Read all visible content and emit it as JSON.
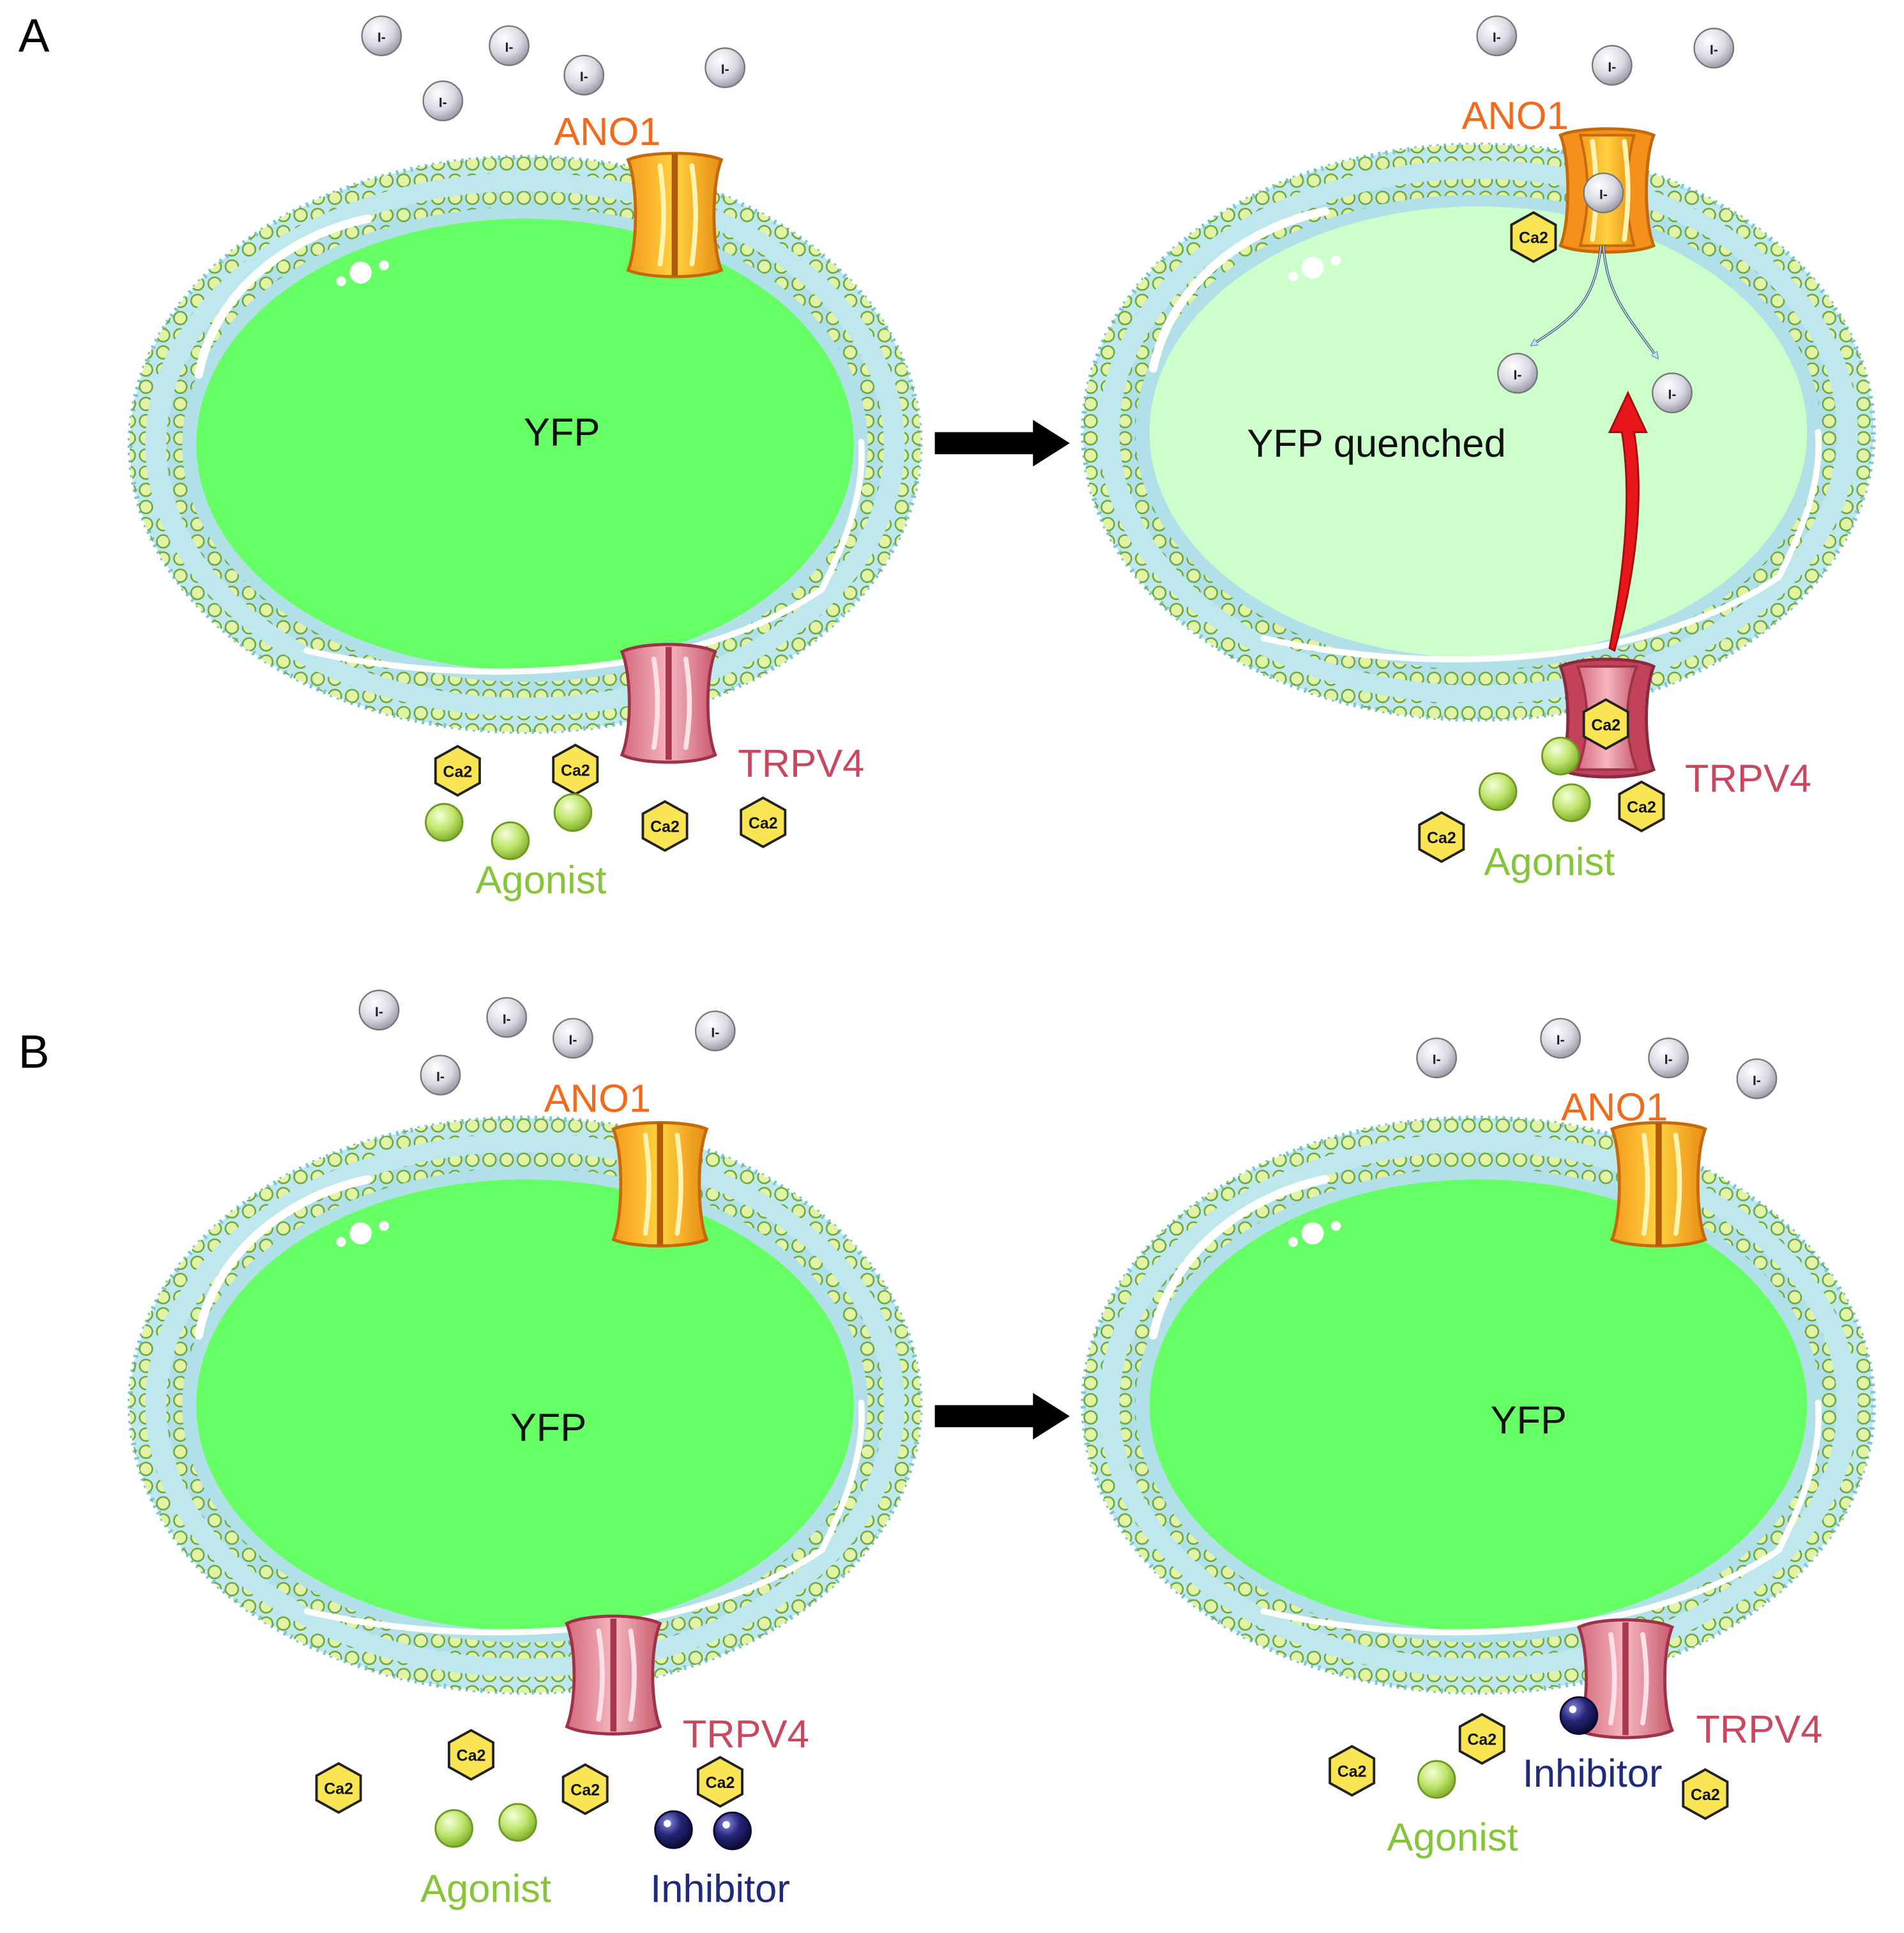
{
  "panel_labels": {
    "a": "A",
    "b": "B"
  },
  "labels": {
    "yfp": "YFP",
    "yfp_quenched": "YFP quenched",
    "ano1": "ANO1",
    "trpv4": "TRPV4",
    "agonist": "Agonist",
    "inhibitor": "Inhibitor",
    "iodide_ion": "I-",
    "calcium_ion": "Ca2"
  },
  "colors": {
    "cytoplasm_bright": "#66ff66",
    "cytoplasm_quenched": "#ccffcc",
    "membrane_teal": "#9fd8e0",
    "membrane_head": "#d8ef9c",
    "ano1_label": "#f26b1d",
    "ano1_body": "#f5b02a",
    "trpv4_label": "#c9475f",
    "trpv4_body": "#e58c9a",
    "agonist_label": "#86c43a",
    "agonist_sphere": "#b7e26a",
    "inhibitor_label": "#1f2a7a",
    "inhibitor_sphere": "#1e1e6e",
    "calcium_hex": "#f7e34f",
    "iodide_sphere": "#e7e7ee",
    "flow_arrow": "#b9d7ef",
    "activation_arrow": "#e8161b",
    "transition_arrow": "#000000"
  }
}
